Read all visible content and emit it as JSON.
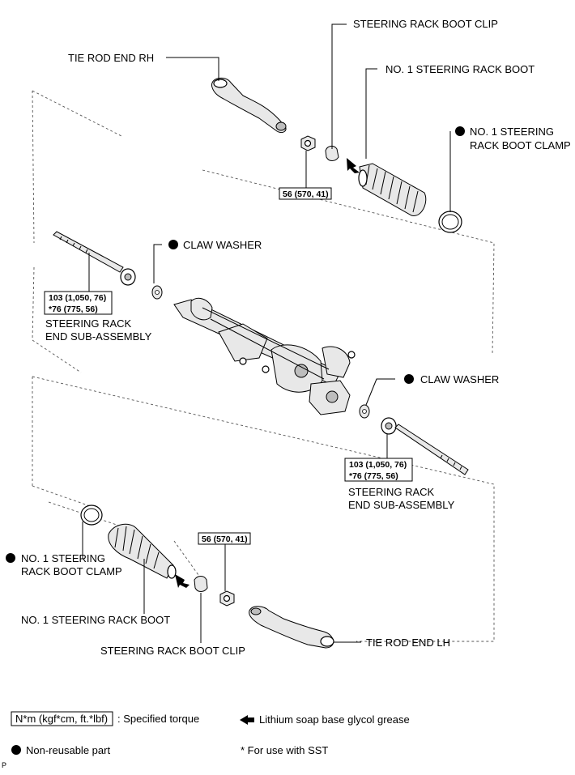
{
  "labels": {
    "tie_rod_end_rh": "TIE ROD END RH",
    "boot_clip_top": "STEERING RACK BOOT CLIP",
    "boot_top": "NO. 1 STEERING RACK BOOT",
    "clamp_top_line1": "NO. 1  STEERING",
    "clamp_top_line2": "RACK BOOT CLAMP",
    "claw_washer_top": "CLAW WASHER",
    "rack_end_left_line1": "STEERING RACK",
    "rack_end_left_line2": "END SUB-ASSEMBLY",
    "claw_washer_right": "CLAW WASHER",
    "rack_end_right_line1": "STEERING RACK",
    "rack_end_right_line2": "END SUB-ASSEMBLY",
    "clamp_bottom_line1": "NO. 1 STEERING",
    "clamp_bottom_line2": "RACK BOOT CLAMP",
    "boot_bottom": "NO. 1 STEERING RACK BOOT",
    "boot_clip_bottom": "STEERING RACK BOOT CLIP",
    "tie_rod_end_lh": "TIE ROD END LH"
  },
  "torques": {
    "tie_rod_rh_nut": "56 (570, 41)",
    "rack_end_left_line1": "103 (1,050, 76)",
    "rack_end_left_line2": "*76 (775, 56)",
    "rack_end_right_line1": "103 (1,050, 76)",
    "rack_end_right_line2": "*76 (775, 56)",
    "tie_rod_lh_nut": "56 (570, 41)"
  },
  "legend": {
    "torque_box": "N*m (kgf*cm, ft.*lbf)",
    "torque_desc": ": Specified torque",
    "grease_desc": "Lithium soap base glycol grease",
    "nonreusable_desc": "Non-reusable part",
    "sst_desc": "* For use with SST"
  },
  "corner_mark": "P",
  "icons": {
    "non_reusable": "filled-circle-icon",
    "grease": "grease-arrow-icon"
  }
}
